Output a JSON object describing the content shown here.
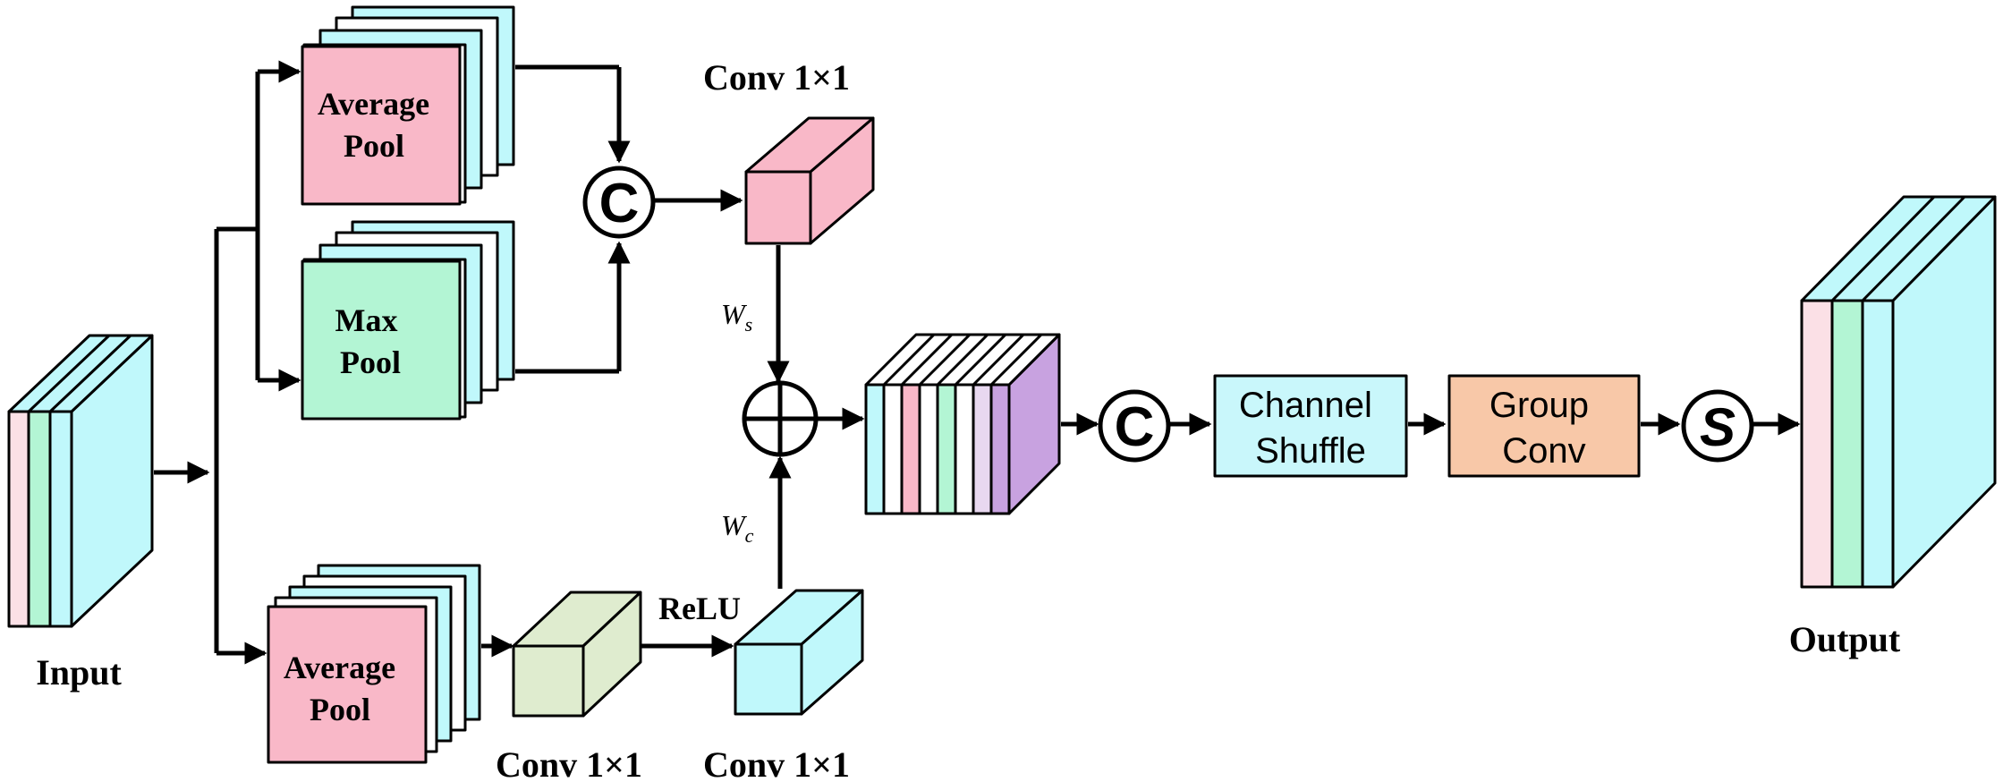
{
  "labels": {
    "input": "Input",
    "output": "Output",
    "avg_pool_top": [
      "Average",
      "Pool"
    ],
    "max_pool": [
      "Max",
      "Pool"
    ],
    "avg_pool_bottom": [
      "Average",
      "Pool"
    ],
    "conv_top": "Conv 1×1",
    "conv_bottom_1": "Conv 1×1",
    "conv_bottom_2": "Conv 1×1",
    "relu": "ReLU",
    "ws": "W",
    "ws_sub": "s",
    "wc": "W",
    "wc_sub": "c",
    "channel_shuffle": [
      "Channel",
      "Shuffle"
    ],
    "group_conv": [
      "Group",
      "Conv"
    ],
    "concat_symbol": "C",
    "sigmoid_symbol": "S"
  },
  "colors": {
    "pink": "#f9b8c8",
    "green": "#b3f5d4",
    "cyan": "#c0f8fb",
    "olive": "#dfeccf",
    "light_pink": "#fbe0e6",
    "purple": "#c8a2e0",
    "lavender": "#e8d8f0",
    "channel_shuffle_fill": "#c9f7fb",
    "group_conv_fill": "#f8c8a8"
  }
}
